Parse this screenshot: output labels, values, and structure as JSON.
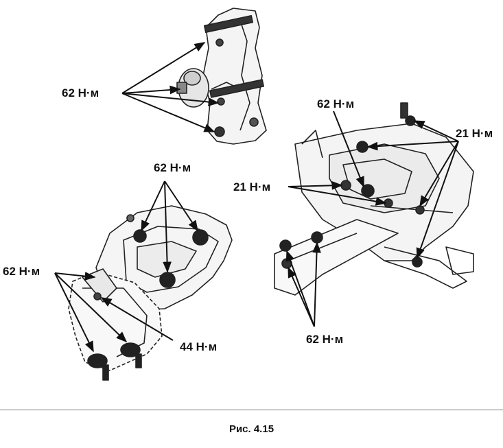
{
  "labels": {
    "top_mount": "62 Н·м",
    "left_center_top": "62 Н·м",
    "left_side": "62 Н·м",
    "left_lower_right": "44 Н·м",
    "right_top": "62 Н·м",
    "right_upper_right": "21 Н·м",
    "right_left": "21 Н·м",
    "right_bottom": "62 Н·м"
  },
  "caption": "Рис. 4.15"
}
